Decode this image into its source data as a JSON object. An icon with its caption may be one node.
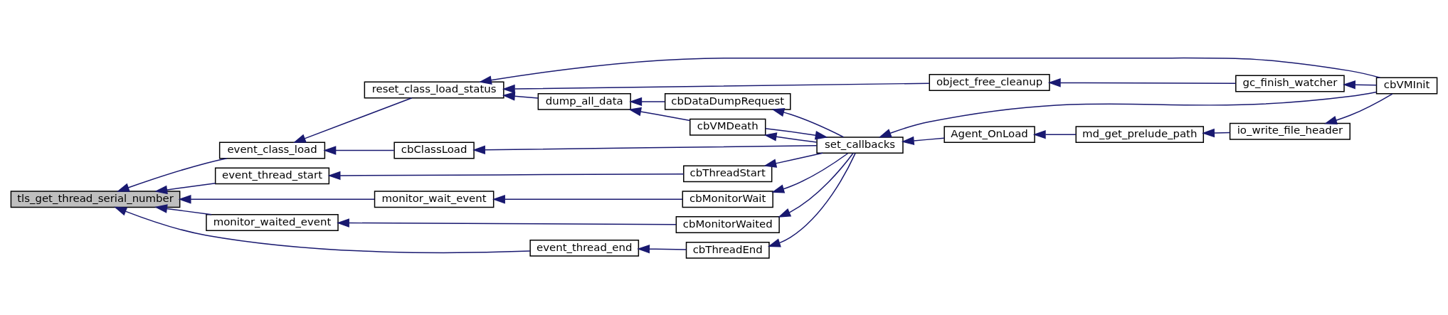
{
  "diagram": {
    "nodes": [
      {
        "text": [
          "tls_get_thread_serial_number"
        ]
      },
      {
        "text": [
          "event_class_load"
        ]
      },
      {
        "text": [
          "event_thread_start"
        ]
      },
      {
        "text": [
          "monitor_wait_event"
        ]
      },
      {
        "text": [
          "monitor_waited_event"
        ]
      },
      {
        "text": [
          "event_thread_end"
        ]
      },
      {
        "text": [
          "reset_class_load_status"
        ]
      },
      {
        "text": [
          "cbClassLoad"
        ]
      },
      {
        "text": [
          "cbThreadStart"
        ]
      },
      {
        "text": [
          "cbMonitorWait"
        ]
      },
      {
        "text": [
          "cbMonitorWaited"
        ]
      },
      {
        "text": [
          "cbThreadEnd"
        ]
      },
      {
        "text": [
          "object_free_cleanup"
        ]
      },
      {
        "text": [
          "dump_all_data"
        ]
      },
      {
        "text": [
          "gc_finish_watcher"
        ]
      },
      {
        "text": [
          "cbDataDumpRequest"
        ]
      },
      {
        "text": [
          "set_callbacks"
        ]
      },
      {
        "text": [
          "cbVMDeath"
        ]
      },
      {
        "text": [
          "Agent_OnLoad"
        ]
      },
      {
        "text": [
          "md_get_prelude_path"
        ]
      },
      {
        "text": [
          "io_write_file_header"
        ]
      },
      {
        "text": [
          "cbVMInit"
        ]
      }
    ],
    "edges": [
      {
        "from": 1,
        "to": 0,
        "arrow": "to"
      },
      {
        "from": 2,
        "to": 0,
        "arrow": "to"
      },
      {
        "from": 3,
        "to": 0,
        "arrow": "to"
      },
      {
        "from": 4,
        "to": 0,
        "arrow": "to"
      },
      {
        "from": 5,
        "to": 0,
        "arrow": "to"
      },
      {
        "from": 6,
        "to": 1,
        "arrow": "to"
      },
      {
        "from": 7,
        "to": 1,
        "arrow": "to"
      },
      {
        "from": 8,
        "to": 2,
        "arrow": "to"
      },
      {
        "from": 9,
        "to": 3,
        "arrow": "to"
      },
      {
        "from": 10,
        "to": 4,
        "arrow": "to"
      },
      {
        "from": 11,
        "to": 5,
        "arrow": "to"
      },
      {
        "from": 12,
        "to": 6,
        "arrow": "to"
      },
      {
        "from": 21,
        "to": 6,
        "arrow": "to"
      },
      {
        "from": 13,
        "to": 6,
        "arrow": "to"
      },
      {
        "from": 14,
        "to": 12,
        "arrow": "to"
      },
      {
        "from": 21,
        "to": 14,
        "arrow": "to"
      },
      {
        "from": 17,
        "to": 13,
        "arrow": "to"
      },
      {
        "from": 15,
        "to": 13,
        "arrow": "to"
      },
      {
        "from": 16,
        "to": 15,
        "arrow": "to"
      },
      {
        "from": 16,
        "to": 7,
        "arrow": "to"
      },
      {
        "from": 16,
        "to": 8,
        "arrow": "to"
      },
      {
        "from": 16,
        "to": 9,
        "arrow": "to"
      },
      {
        "from": 16,
        "to": 10,
        "arrow": "to"
      },
      {
        "from": 16,
        "to": 11,
        "arrow": "to"
      },
      {
        "from": 17,
        "to": 16,
        "arrow": "to"
      },
      {
        "from": 16,
        "to": 17,
        "arrow": "to"
      },
      {
        "from": 18,
        "to": 16,
        "arrow": "to"
      },
      {
        "from": 21,
        "to": 16,
        "arrow": "to"
      },
      {
        "from": 19,
        "to": 18,
        "arrow": "to"
      },
      {
        "from": 20,
        "to": 19,
        "arrow": "to"
      },
      {
        "from": 21,
        "to": 20,
        "arrow": "to"
      }
    ]
  }
}
